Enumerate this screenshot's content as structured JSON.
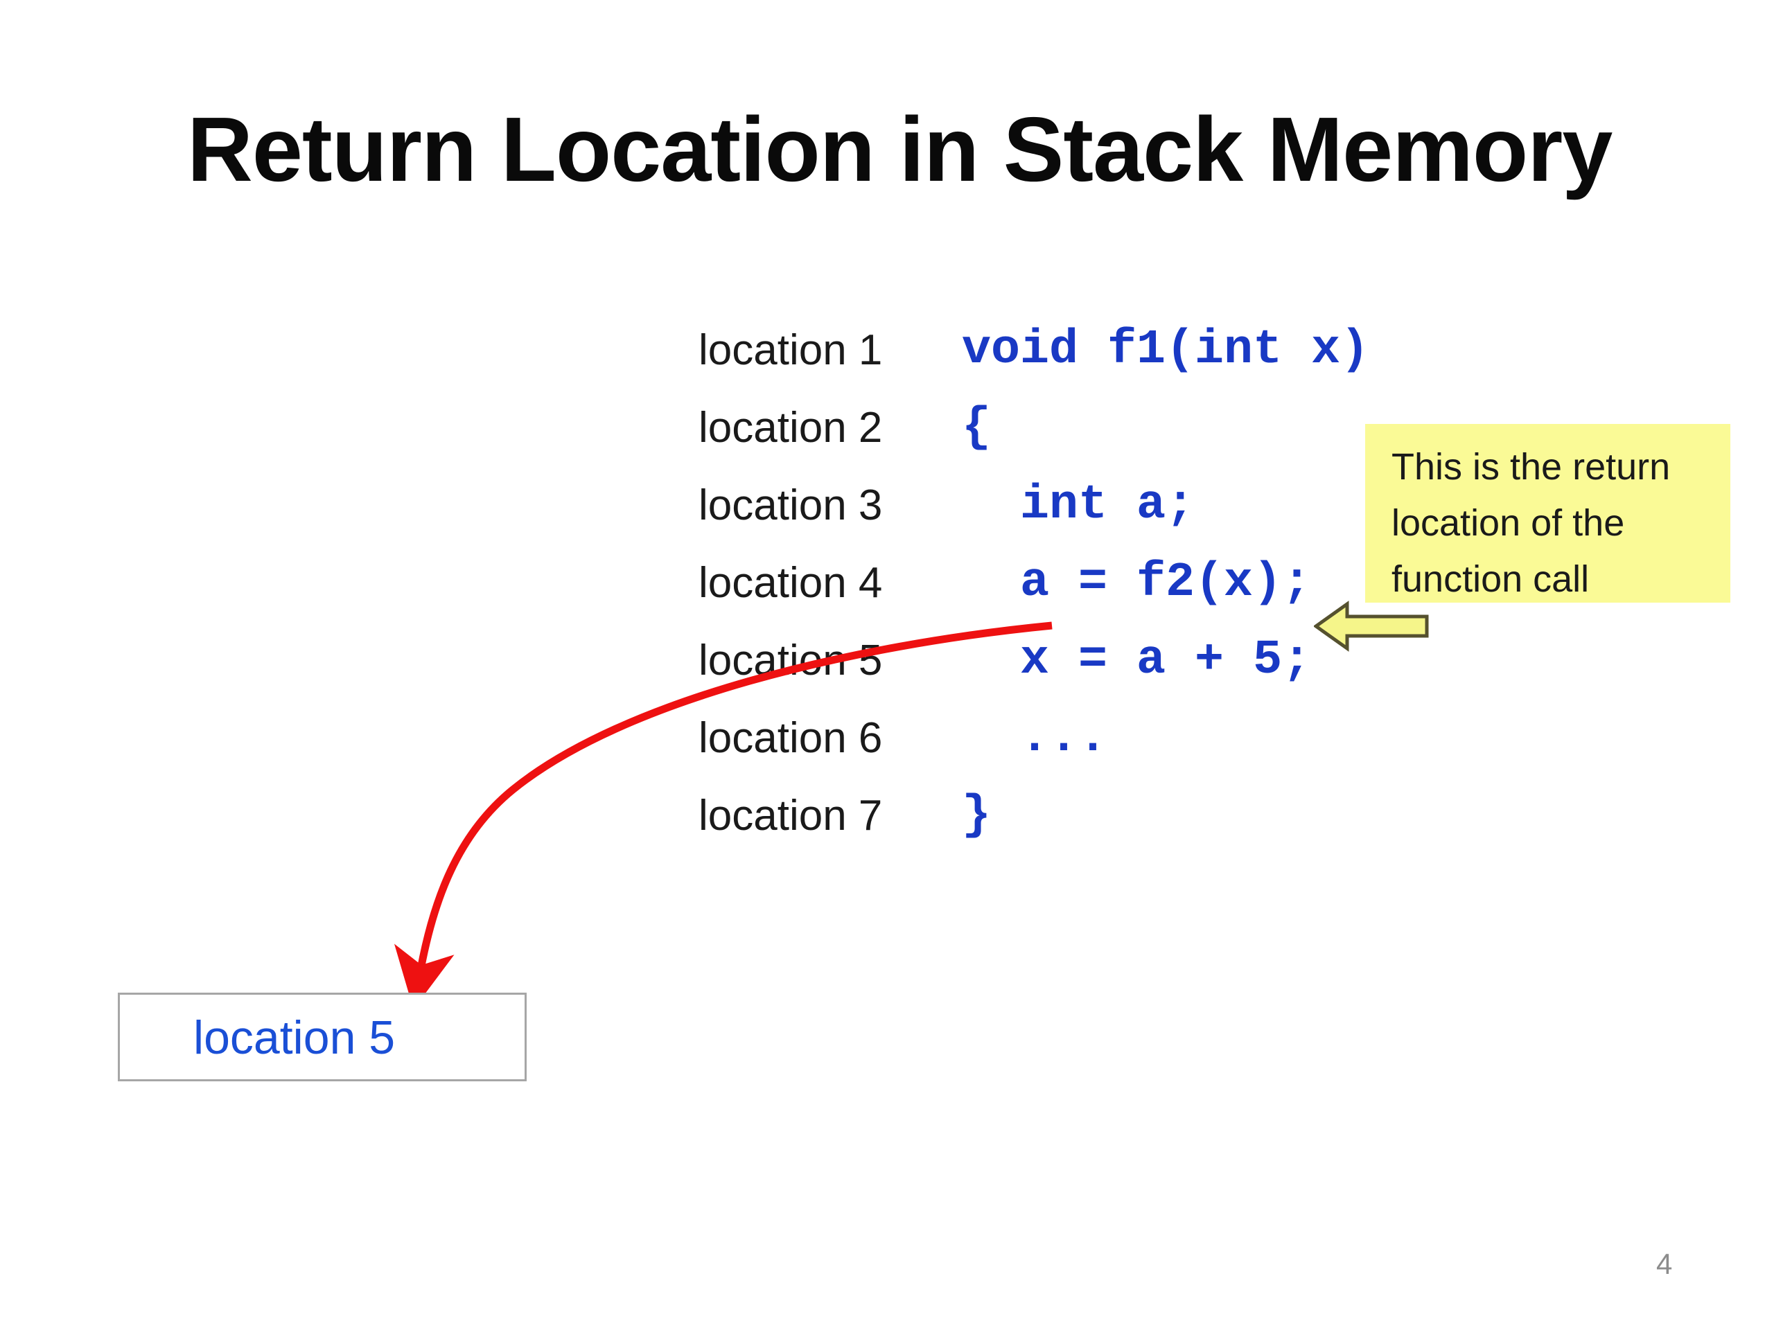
{
  "slide": {
    "title": "Return Location in Stack Memory",
    "page_number": "4",
    "background_color": "#ffffff"
  },
  "code_listing": {
    "rows": [
      {
        "location_label": "location 1",
        "code": "void f1(int x)"
      },
      {
        "location_label": "location 2",
        "code": "{"
      },
      {
        "location_label": "location 3",
        "code": "  int a;"
      },
      {
        "location_label": "location 4",
        "code": "  a = f2(x);"
      },
      {
        "location_label": "location 5",
        "code": "  x = a + 5;"
      },
      {
        "location_label": "location 6",
        "code": "  ..."
      },
      {
        "location_label": "location 7",
        "code": "}"
      }
    ],
    "label_color": "#1a1a1a",
    "code_color": "#1939c4"
  },
  "callout": {
    "text": "This is the return location of the function call",
    "background_color": "#fafa96",
    "text_color": "#1a1a1a",
    "arrow_fill_color": "#f5f58a",
    "arrow_stroke_color": "#55512e",
    "arrow_direction": "left"
  },
  "red_arrow": {
    "color": "#ee1111",
    "from_label": "location 4 code line  a = f2(x);",
    "to_label": "location 5 box"
  },
  "location_box": {
    "label": "location 5",
    "text_color": "#1a4fd6",
    "border_color": "#a6a6a6",
    "background_color": "#ffffff"
  }
}
